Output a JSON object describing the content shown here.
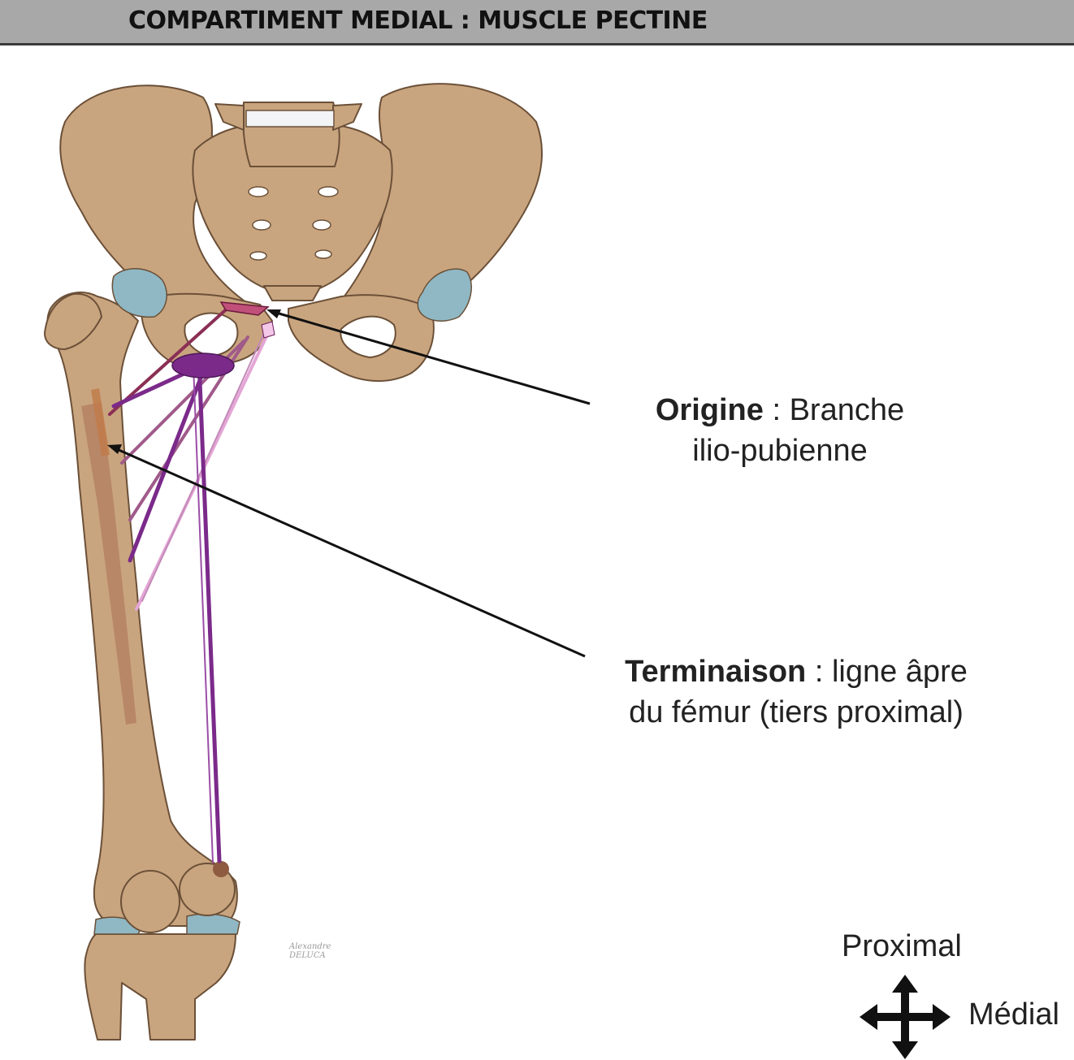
{
  "header": {
    "title": "COMPARTIMENT MEDIAL : MUSCLE PECTINE"
  },
  "labels": {
    "origine": {
      "term": "Origine",
      "separator": " : ",
      "line1": "Branche",
      "line2": "ilio-pubienne"
    },
    "terminaison": {
      "term": "Terminaison",
      "separator": " : ",
      "line1": "ligne âpre",
      "line2": "du fémur (tiers proximal)"
    }
  },
  "orientation": {
    "up": "Proximal",
    "side": "Médial"
  },
  "signature": {
    "line1": "Alexandre",
    "line2": "DELUCA"
  },
  "colors": {
    "header_bg": "#a8a8a8",
    "bone": "#c9a57f",
    "bone_outline": "#6b5038",
    "cartilage": "#8fb8c4",
    "muscle_dark": "#7b2a8a",
    "muscle_mid": "#a05a8a",
    "muscle_light": "#e4a6d6",
    "pointer": "#111111"
  }
}
